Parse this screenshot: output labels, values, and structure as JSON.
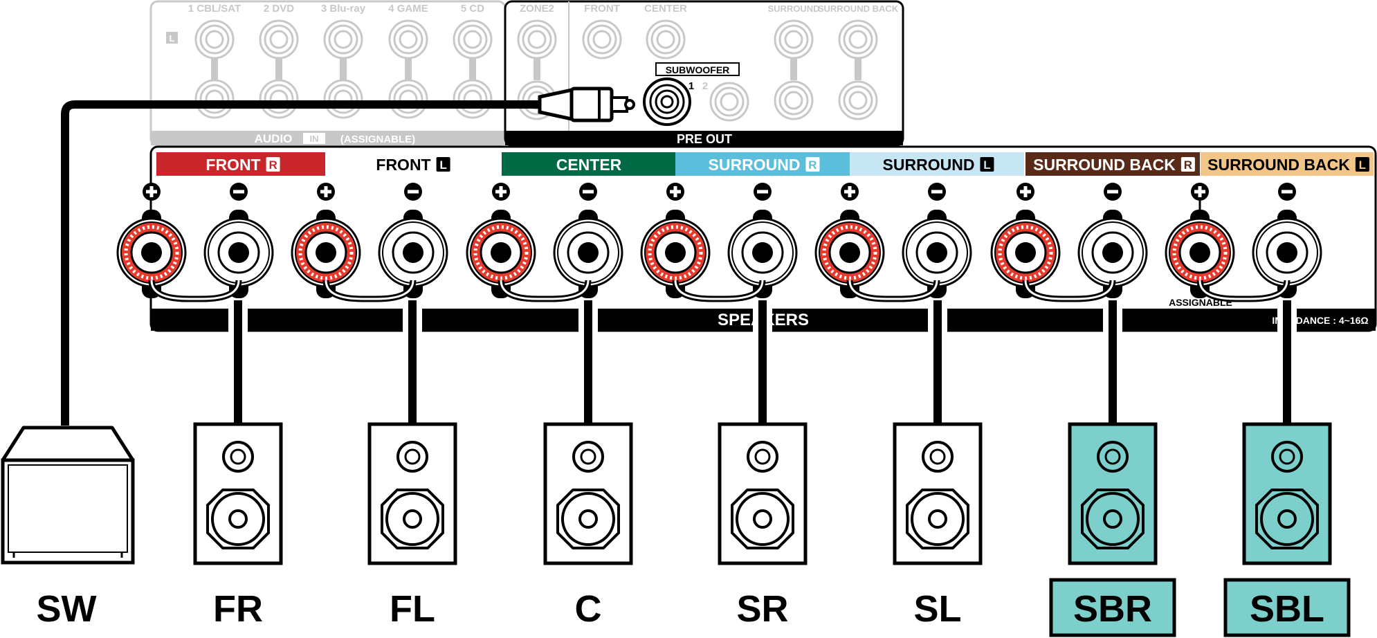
{
  "audio_in": {
    "inputs": [
      "1 CBL/SAT",
      "2 DVD",
      "3 Blu-ray",
      "4 GAME",
      "5 CD"
    ],
    "left_marker": "L",
    "label_prefix": "AUDIO",
    "label_in": "IN",
    "label_suffix": "(ASSIGNABLE)"
  },
  "pre_out": {
    "columns": [
      "ZONE2",
      "FRONT",
      "CENTER",
      "SURROUND",
      "SURROUND BACK"
    ],
    "subwoofer_label": "SUBWOOFER",
    "subwoofer_ports": [
      "1",
      "2"
    ],
    "footer": "PRE OUT"
  },
  "speaker_terminals": {
    "channels": [
      {
        "name": "FRONT",
        "side": "R",
        "color": "#c8262b",
        "text_color": "#ffffff"
      },
      {
        "name": "FRONT",
        "side": "L",
        "color": "#ffffff",
        "text_color": "#000000"
      },
      {
        "name": "CENTER",
        "side": "",
        "color": "#006a44",
        "text_color": "#ffffff"
      },
      {
        "name": "SURROUND",
        "side": "R",
        "color": "#5bbfdc",
        "text_color": "#ffffff"
      },
      {
        "name": "SURROUND",
        "side": "L",
        "color": "#c7e6f3",
        "text_color": "#000000"
      },
      {
        "name": "SURROUND BACK",
        "side": "R",
        "color": "#5a2a18",
        "text_color": "#ffffff"
      },
      {
        "name": "SURROUND BACK",
        "side": "L",
        "color": "#f2c689",
        "text_color": "#000000"
      }
    ],
    "assignable_label": "ASSIGNABLE",
    "bar_label": "SPEAKERS",
    "impedance_label": "IMPEDANCE : 4~16Ω",
    "plus_color": "#e53a2c",
    "minus_color": "#ffffff"
  },
  "speakers": [
    {
      "label": "SW",
      "kind": "subwoofer",
      "highlighted": false
    },
    {
      "label": "FR",
      "kind": "bookshelf",
      "highlighted": false
    },
    {
      "label": "FL",
      "kind": "bookshelf",
      "highlighted": false
    },
    {
      "label": "C",
      "kind": "bookshelf",
      "highlighted": false
    },
    {
      "label": "SR",
      "kind": "bookshelf",
      "highlighted": false
    },
    {
      "label": "SL",
      "kind": "bookshelf",
      "highlighted": false
    },
    {
      "label": "SBR",
      "kind": "bookshelf",
      "highlighted": true
    },
    {
      "label": "SBL",
      "kind": "bookshelf",
      "highlighted": true
    }
  ],
  "colors": {
    "highlight": "#7dcfcc",
    "panel_gray": "#c8c8c8",
    "ink": "#000000"
  }
}
